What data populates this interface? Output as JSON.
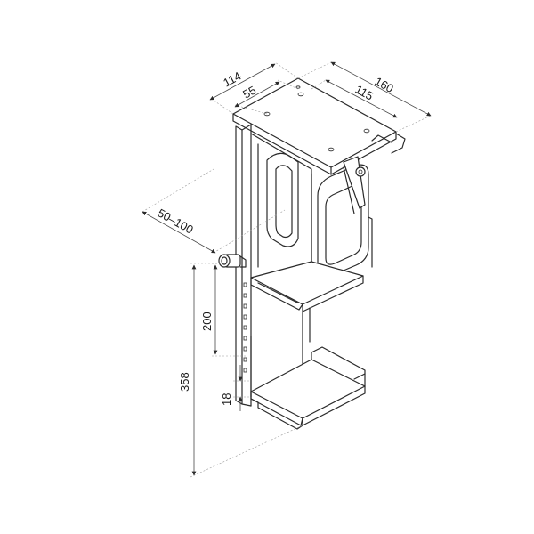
{
  "dimensions": {
    "width_total": "114",
    "width_inner": "55",
    "depth_total": "160",
    "depth_inner": "115",
    "width_adjust": "50–100",
    "height_adjust": "200",
    "height_total": "358",
    "bottom_lip": "18"
  }
}
